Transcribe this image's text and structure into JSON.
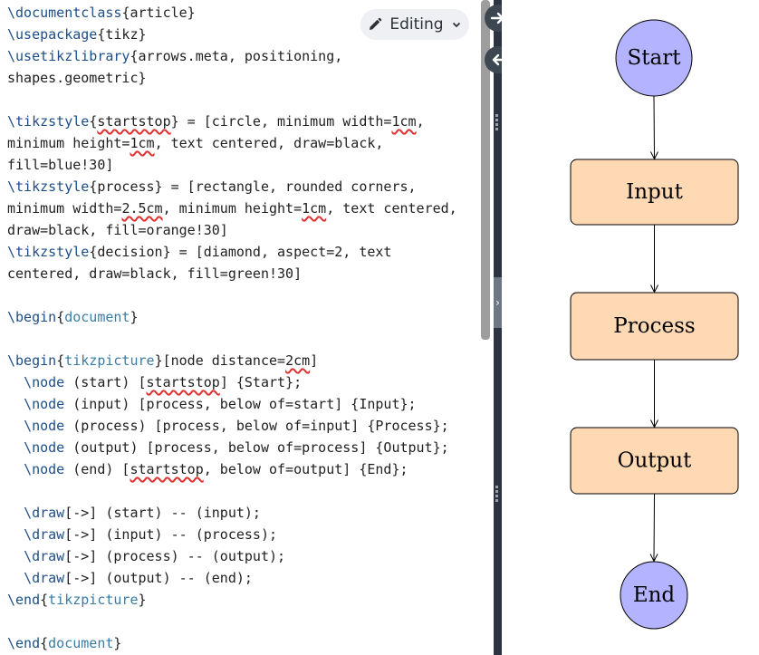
{
  "editor": {
    "mode_button": {
      "label": "Editing",
      "icon": "pencil-icon",
      "dropdown_icon": "chevron-down-icon"
    },
    "lines": [
      [
        {
          "t": "\\documentclass",
          "c": "cmd"
        },
        {
          "t": "{article}"
        }
      ],
      [
        {
          "t": "\\usepackage",
          "c": "cmd"
        },
        {
          "t": "{tikz}"
        }
      ],
      [
        {
          "t": "\\usetikzlibrary",
          "c": "cmd"
        },
        {
          "t": "{arrows.meta, positioning,"
        }
      ],
      [
        {
          "t": "shapes.geometric}"
        }
      ],
      [],
      [
        {
          "t": "\\tikzstyle",
          "c": "cmd"
        },
        {
          "t": "{"
        },
        {
          "t": "startstop",
          "s": 1
        },
        {
          "t": "} = [circle, minimum width="
        },
        {
          "t": "1cm",
          "s": 1
        },
        {
          "t": ","
        }
      ],
      [
        {
          "t": "minimum height="
        },
        {
          "t": "1cm",
          "s": 1
        },
        {
          "t": ", text centered, draw=black,"
        }
      ],
      [
        {
          "t": "fill=blue!30]"
        }
      ],
      [
        {
          "t": "\\tikzstyle",
          "c": "cmd"
        },
        {
          "t": "{process} = [rectangle, rounded corners,"
        }
      ],
      [
        {
          "t": "minimum width="
        },
        {
          "t": "2.5cm",
          "s": 1
        },
        {
          "t": ", minimum height="
        },
        {
          "t": "1cm",
          "s": 1
        },
        {
          "t": ", text centered,"
        }
      ],
      [
        {
          "t": "draw=black, fill=orange!30]"
        }
      ],
      [
        {
          "t": "\\tikzstyle",
          "c": "cmd"
        },
        {
          "t": "{decision} = [diamond, aspect=2, text"
        }
      ],
      [
        {
          "t": "centered, draw=black, fill=green!30]"
        }
      ],
      [],
      [
        {
          "t": "\\begin",
          "c": "cmd"
        },
        {
          "t": "{"
        },
        {
          "t": "document",
          "c": "arg"
        },
        {
          "t": "}"
        }
      ],
      [],
      [
        {
          "t": "\\begin",
          "c": "cmd"
        },
        {
          "t": "{"
        },
        {
          "t": "tikzpicture",
          "c": "arg"
        },
        {
          "t": "}[node distance="
        },
        {
          "t": "2cm",
          "s": 1
        },
        {
          "t": "]"
        }
      ],
      [
        {
          "t": "  "
        },
        {
          "t": "\\node",
          "c": "cmd"
        },
        {
          "t": " (start) ["
        },
        {
          "t": "startstop",
          "s": 1
        },
        {
          "t": "] {Start};"
        }
      ],
      [
        {
          "t": "  "
        },
        {
          "t": "\\node",
          "c": "cmd"
        },
        {
          "t": " (input) [process, below of=start] {Input};"
        }
      ],
      [
        {
          "t": "  "
        },
        {
          "t": "\\node",
          "c": "cmd"
        },
        {
          "t": " (process) [process, below of=input] {Process};"
        }
      ],
      [
        {
          "t": "  "
        },
        {
          "t": "\\node",
          "c": "cmd"
        },
        {
          "t": " (output) [process, below of=process] {Output};"
        }
      ],
      [
        {
          "t": "  "
        },
        {
          "t": "\\node",
          "c": "cmd"
        },
        {
          "t": " (end) ["
        },
        {
          "t": "startstop",
          "s": 1
        },
        {
          "t": ", below of=output] {End};"
        }
      ],
      [],
      [
        {
          "t": "  "
        },
        {
          "t": "\\draw",
          "c": "cmd"
        },
        {
          "t": "[->] (start) -- (input);"
        }
      ],
      [
        {
          "t": "  "
        },
        {
          "t": "\\draw",
          "c": "cmd"
        },
        {
          "t": "[->] (input) -- (process);"
        }
      ],
      [
        {
          "t": "  "
        },
        {
          "t": "\\draw",
          "c": "cmd"
        },
        {
          "t": "[->] (process) -- (output);"
        }
      ],
      [
        {
          "t": "  "
        },
        {
          "t": "\\draw",
          "c": "cmd"
        },
        {
          "t": "[->] (output) -- (end);"
        }
      ],
      [
        {
          "t": "\\end",
          "c": "cmd"
        },
        {
          "t": "{"
        },
        {
          "t": "tikzpicture",
          "c": "arg"
        },
        {
          "t": "}"
        }
      ],
      [],
      [
        {
          "t": "\\end",
          "c": "cmd"
        },
        {
          "t": "{"
        },
        {
          "t": "document",
          "c": "arg"
        },
        {
          "t": "}"
        }
      ]
    ]
  },
  "divider": {
    "expand_icon": "arrow-right-icon",
    "collapse_icon": "arrow-left-icon",
    "tab_icon": "chevron-right-icon"
  },
  "preview": {
    "nodes": [
      {
        "id": "start",
        "label": "Start",
        "shape": "circle",
        "fill": "#b3b3ff"
      },
      {
        "id": "input",
        "label": "Input",
        "shape": "rounded-rectangle",
        "fill": "#ffd9b3"
      },
      {
        "id": "process",
        "label": "Process",
        "shape": "rounded-rectangle",
        "fill": "#ffd9b3"
      },
      {
        "id": "output",
        "label": "Output",
        "shape": "rounded-rectangle",
        "fill": "#ffd9b3"
      },
      {
        "id": "end",
        "label": "End",
        "shape": "circle",
        "fill": "#b3b3ff"
      }
    ],
    "edges": [
      [
        "start",
        "input"
      ],
      [
        "input",
        "process"
      ],
      [
        "process",
        "output"
      ],
      [
        "output",
        "end"
      ]
    ]
  },
  "colors": {
    "command": "#1d4e89",
    "argument": "#3a7ca5",
    "spellcheck": "#e03030",
    "divider": "#2b3440"
  }
}
